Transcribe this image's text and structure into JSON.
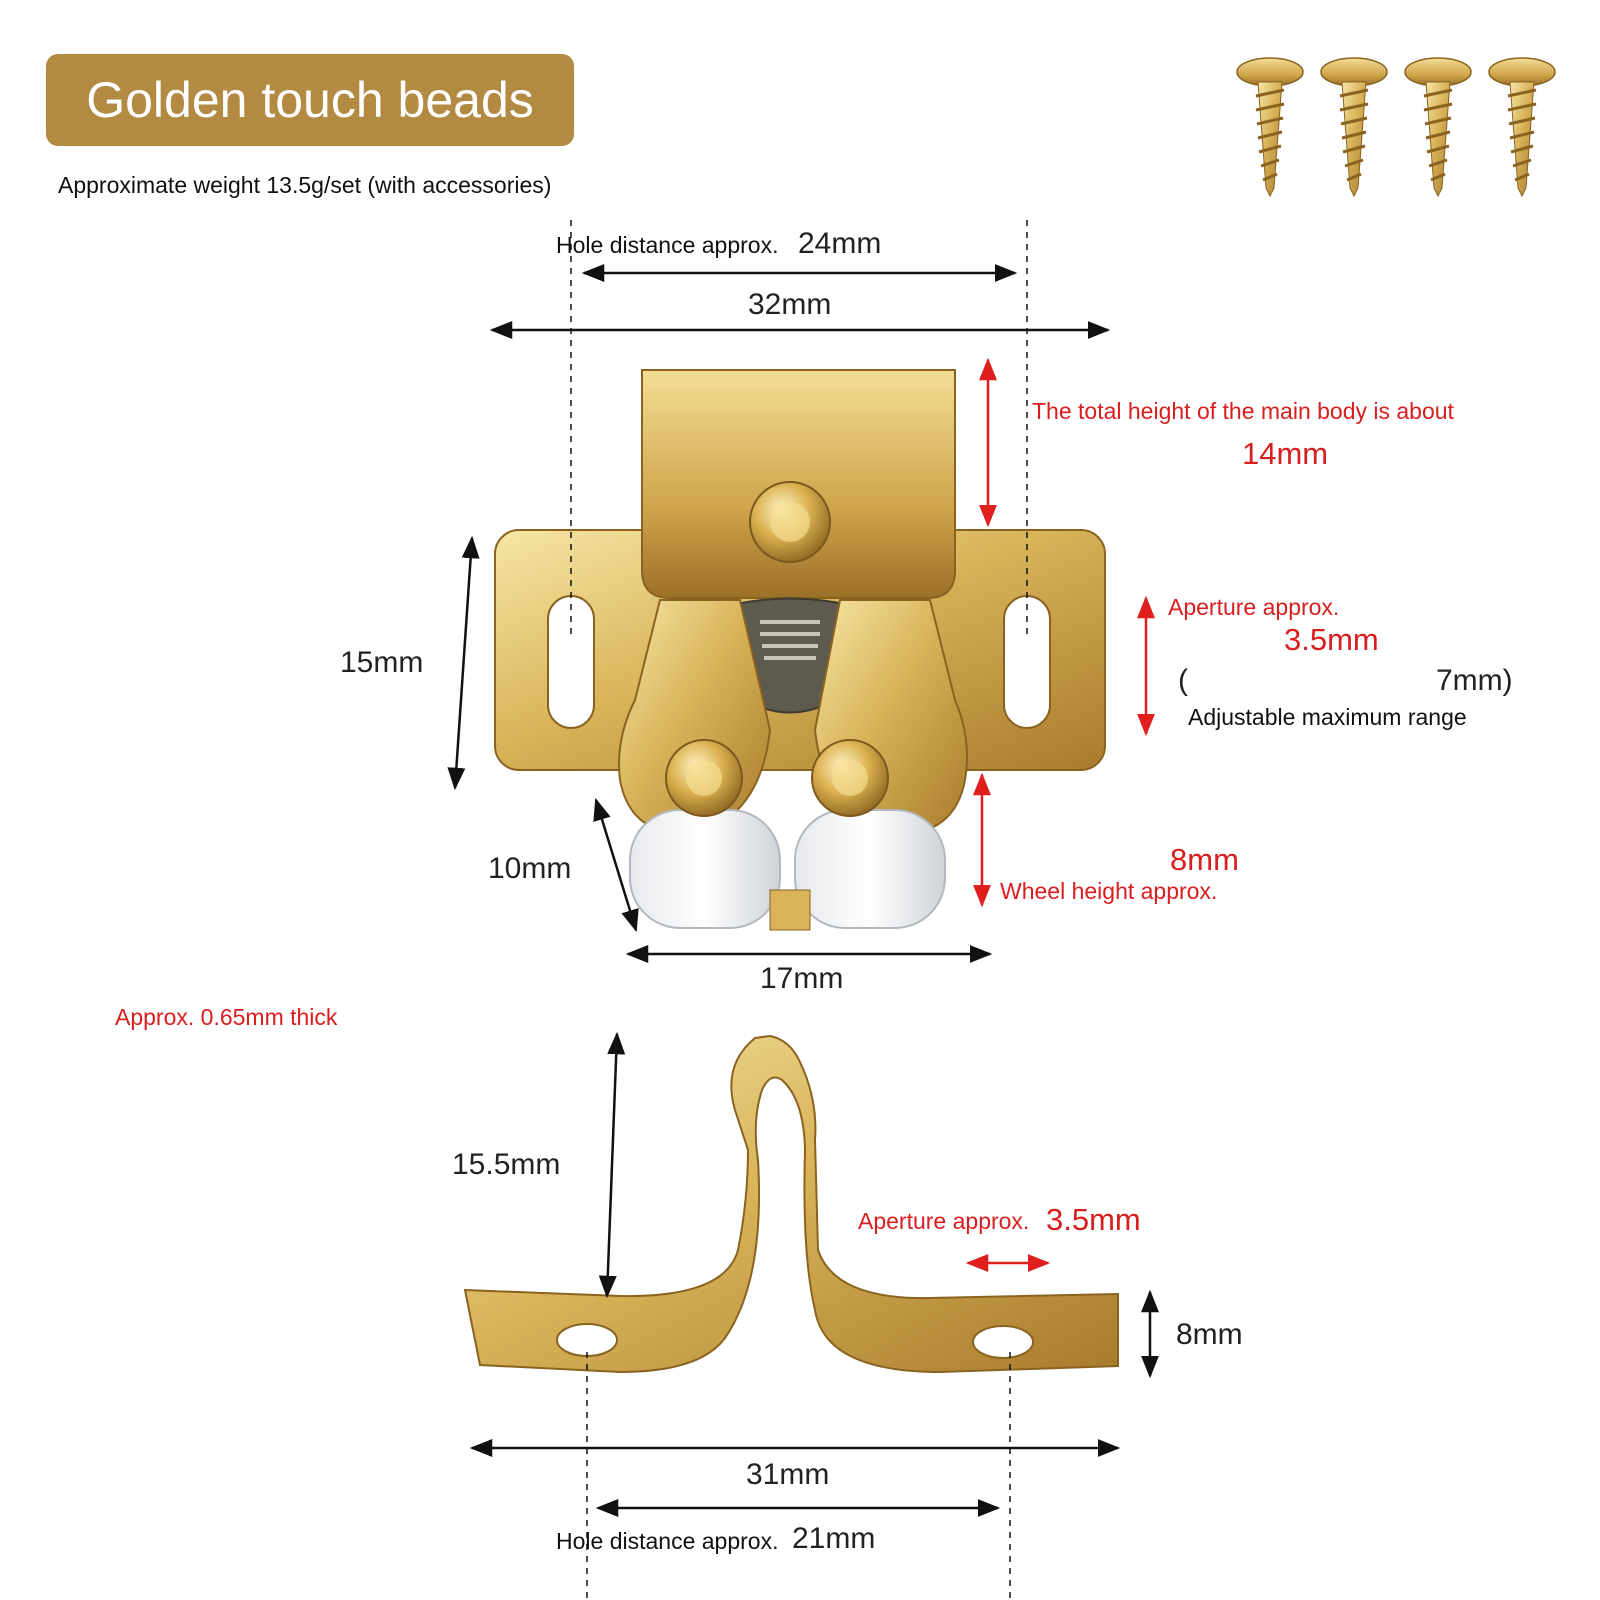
{
  "title": "Golden touch beads",
  "weight_note": "Approximate weight 13.5g/set (with accessories)",
  "colors": {
    "badge": "#b38a42",
    "annotation_red": "#d81e1e",
    "brass": "#d9b45a"
  },
  "upper_part": {
    "hole_distance_label": "Hole distance approx.",
    "hole_distance_value": "24mm",
    "width": "32mm",
    "body_height_label": "The total height of the main body is about",
    "body_height_value": "14mm",
    "plate_height": "15mm",
    "aperture_label": "Aperture approx.",
    "aperture_value": "3.5mm",
    "range_open": "(",
    "range_value": "7mm)",
    "range_label": "Adjustable maximum range",
    "roller_diameter": "10mm",
    "wheel_height_value": "8mm",
    "wheel_height_label": "Wheel height approx.",
    "roller_span": "17mm"
  },
  "lower_part": {
    "thickness": "Approx. 0.65mm thick",
    "height": "15.5mm",
    "aperture_label": "Aperture approx.",
    "aperture_value": "3.5mm",
    "tab_height": "8mm",
    "width": "31mm",
    "hole_distance_label": "Hole distance approx.",
    "hole_distance_value": "21mm"
  },
  "accessories": {
    "screw_count": 4,
    "icon": "screw-icon"
  }
}
